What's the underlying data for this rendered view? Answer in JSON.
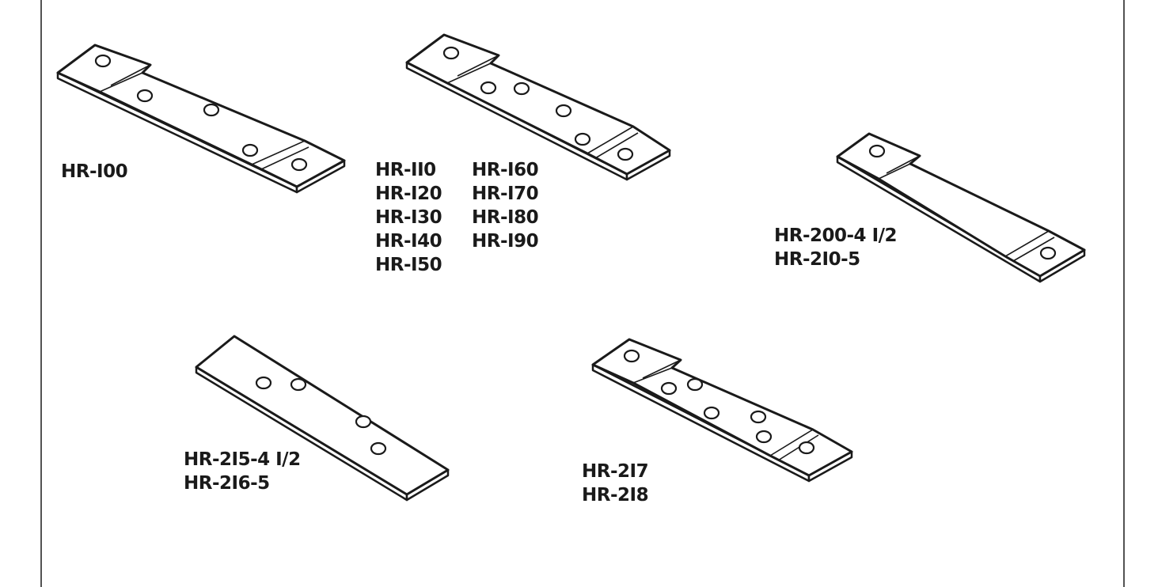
{
  "parts": [
    {
      "id": "hr100",
      "labels": [
        "HR-I00"
      ]
    },
    {
      "id": "hr110",
      "labels_col1": [
        "HR-II0",
        "HR-I20",
        "HR-I30",
        "HR-I40",
        "HR-I50"
      ],
      "labels_col2": [
        "HR-I60",
        "HR-I70",
        "HR-I80",
        "HR-I90"
      ]
    },
    {
      "id": "hr200",
      "labels": [
        "HR-200-4 I/2",
        "HR-2I0-5"
      ]
    },
    {
      "id": "hr215",
      "labels": [
        "HR-2I5-4 I/2",
        "HR-2I6-5"
      ]
    },
    {
      "id": "hr217",
      "labels": [
        "HR-2I7",
        "HR-2I8"
      ]
    }
  ],
  "line_color": "#1a1a1a",
  "background": "#ffffff"
}
